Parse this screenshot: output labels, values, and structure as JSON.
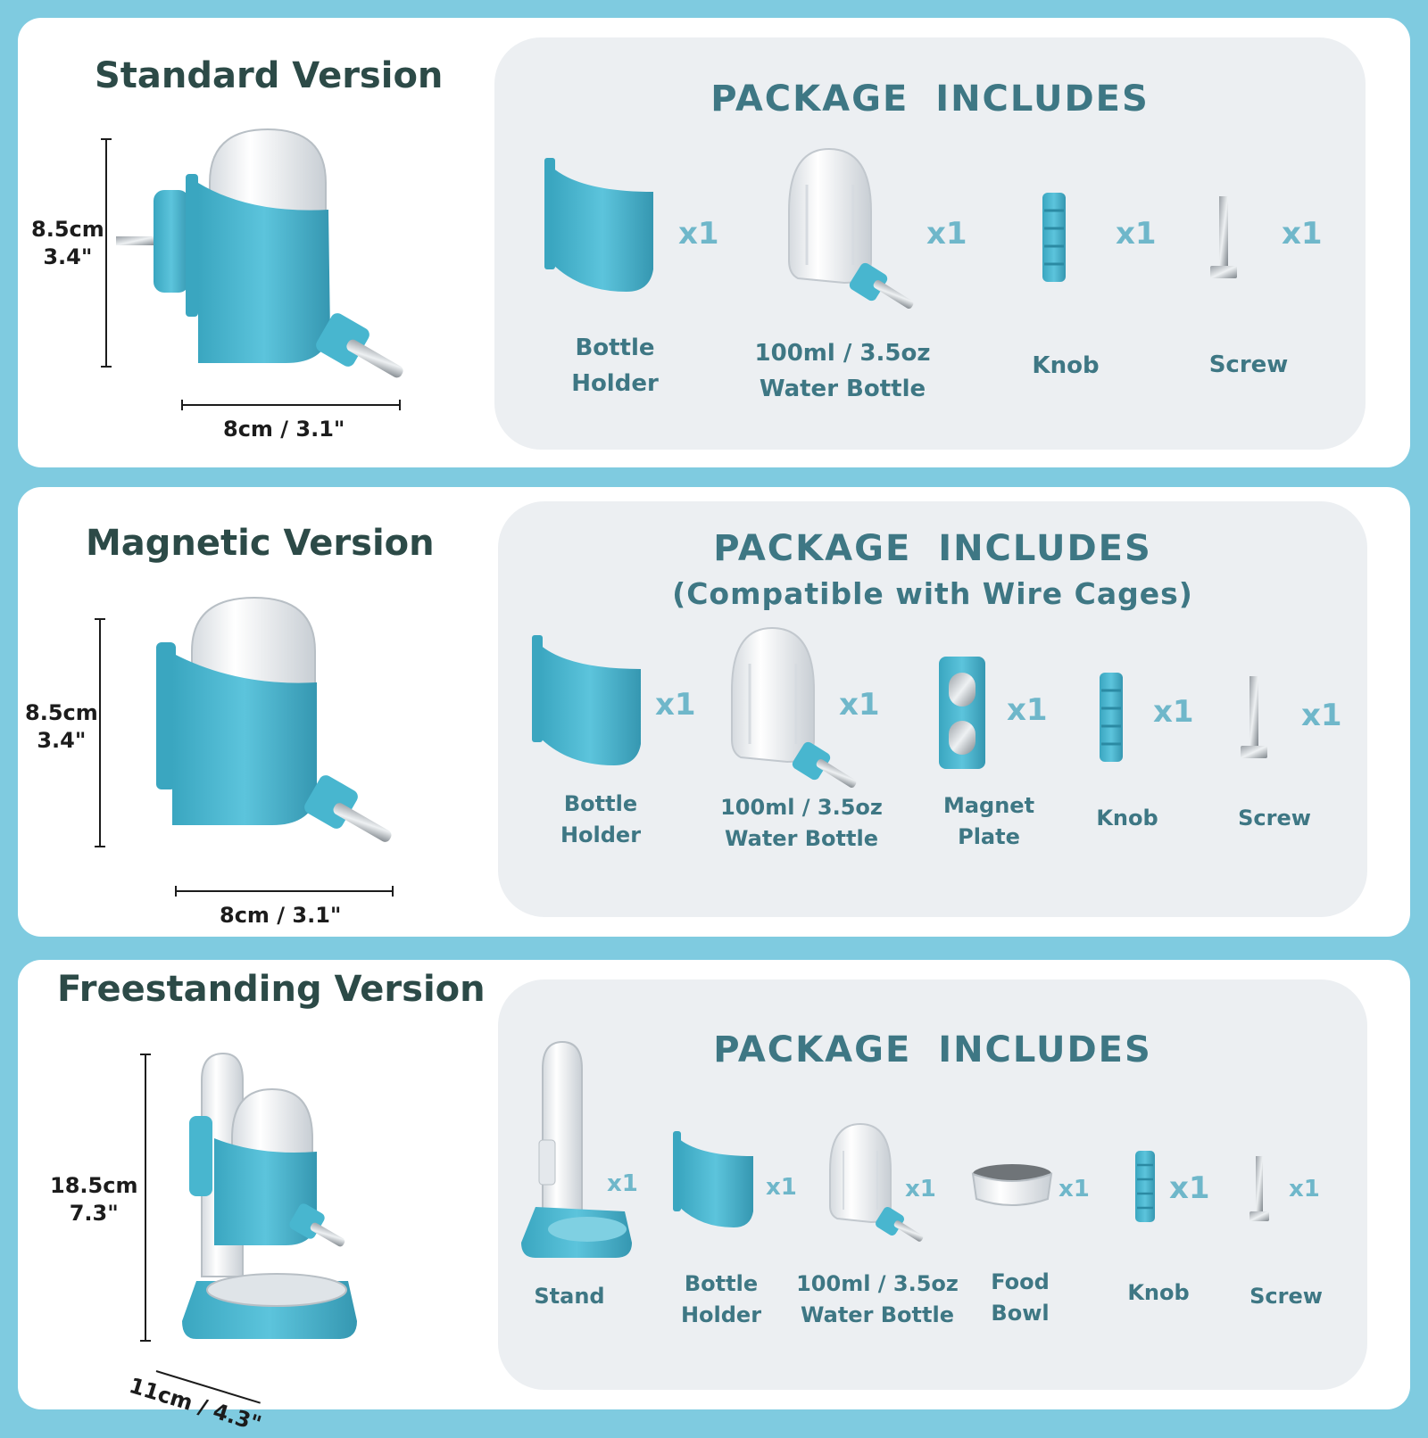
{
  "colors": {
    "background": "#7fcbe0",
    "card": "#ffffff",
    "panel": "#eceff2",
    "accent": "#48b6cf",
    "heading": "#2c4a47",
    "label": "#3e7784",
    "quantity": "#6fb7ca"
  },
  "standard": {
    "title": "Standard Version",
    "height_cm": "8.5cm",
    "height_in": "3.4\"",
    "width": "8cm / 3.1\"",
    "package_title": "PACKAGE INCLUDES",
    "items": [
      {
        "icon": "bottle-holder-icon",
        "label_1": "Bottle",
        "label_2": "Holder",
        "qty": "x1"
      },
      {
        "icon": "water-bottle-icon",
        "label_1": "100ml / 3.5oz",
        "label_2": "Water Bottle",
        "qty": "x1"
      },
      {
        "icon": "knob-icon",
        "label_1": "Knob",
        "qty": "x1"
      },
      {
        "icon": "screw-icon",
        "label_1": "Screw",
        "qty": "x1"
      }
    ]
  },
  "magnetic": {
    "title": "Magnetic Version",
    "height_cm": "8.5cm",
    "height_in": "3.4\"",
    "width": "8cm / 3.1\"",
    "package_title": "PACKAGE INCLUDES",
    "package_subtitle": "(Compatible with Wire Cages)",
    "items": [
      {
        "icon": "bottle-holder-icon",
        "label_1": "Bottle",
        "label_2": "Holder",
        "qty": "x1"
      },
      {
        "icon": "water-bottle-icon",
        "label_1": "100ml / 3.5oz",
        "label_2": "Water Bottle",
        "qty": "x1"
      },
      {
        "icon": "magnet-plate-icon",
        "label_1": "Magnet",
        "label_2": "Plate",
        "qty": "x1"
      },
      {
        "icon": "knob-icon",
        "label_1": "Knob",
        "qty": "x1"
      },
      {
        "icon": "screw-icon",
        "label_1": "Screw",
        "qty": "x1"
      }
    ]
  },
  "freestanding": {
    "title": "Freestanding Version",
    "height_cm": "18.5cm",
    "height_in": "7.3\"",
    "width": "11cm / 4.3\"",
    "package_title": "PACKAGE INCLUDES",
    "items": [
      {
        "icon": "stand-icon",
        "label_1": "Stand",
        "qty": "x1"
      },
      {
        "icon": "bottle-holder-icon",
        "label_1": "Bottle",
        "label_2": "Holder",
        "qty": "x1"
      },
      {
        "icon": "water-bottle-icon",
        "label_1": "100ml / 3.5oz",
        "label_2": "Water Bottle",
        "qty": "x1"
      },
      {
        "icon": "food-bowl-icon",
        "label_1": "Food",
        "label_2": "Bowl",
        "qty": "x1"
      },
      {
        "icon": "knob-icon",
        "label_1": "Knob",
        "qty": "x1"
      },
      {
        "icon": "screw-icon",
        "label_1": "Screw",
        "qty": "x1"
      }
    ]
  }
}
